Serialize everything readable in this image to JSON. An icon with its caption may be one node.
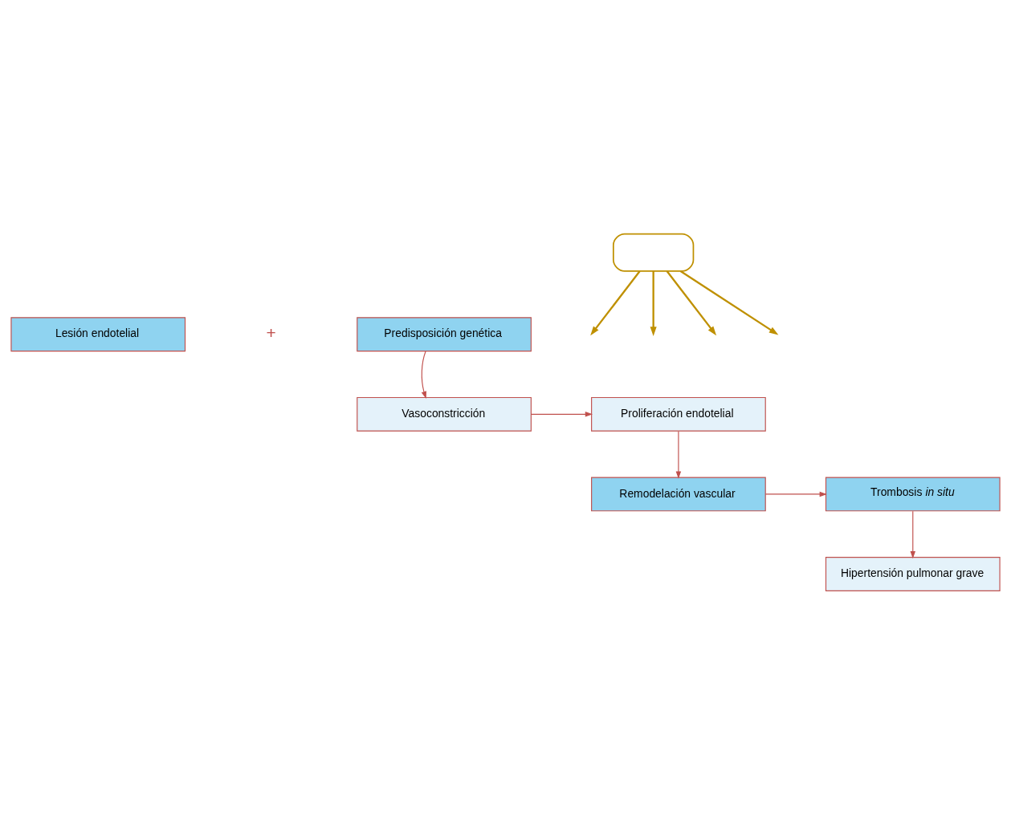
{
  "diagram": {
    "nodes": [
      {
        "text": [],
        "shape": "box"
      },
      {
        "text": [
          "Lesión endotelial"
        ]
      },
      {
        "text": [
          "Predisposición genética"
        ]
      },
      {
        "text": [
          "Vasoconstricción"
        ]
      },
      {
        "text": [
          "Proliferación endotelial"
        ]
      },
      {
        "text": [
          "Remodelación vascular"
        ]
      },
      {
        "text": [
          "Trombosis *in situ*"
        ]
      },
      {
        "text": [
          "Hipertensión pulmonar grave"
        ]
      }
    ],
    "edges": [
      {
        "from": 0,
        "to": null,
        "arrow": "to",
        "color": "#bf9000"
      },
      {
        "from": 0,
        "to": null,
        "arrow": "to",
        "color": "#bf9000"
      },
      {
        "from": 0,
        "to": null,
        "arrow": "to",
        "color": "#bf9000"
      },
      {
        "from": 0,
        "to": null,
        "arrow": "to",
        "color": "#bf9000"
      },
      {
        "from": 2,
        "to": 3,
        "arrow": "to"
      },
      {
        "from": 3,
        "to": 4,
        "arrow": "to"
      },
      {
        "from": 4,
        "to": 5,
        "arrow": "to"
      },
      {
        "from": 5,
        "to": 6,
        "arrow": "to"
      },
      {
        "from": 6,
        "to": 7,
        "arrow": "to"
      }
    ],
    "labels": [
      "+"
    ]
  }
}
